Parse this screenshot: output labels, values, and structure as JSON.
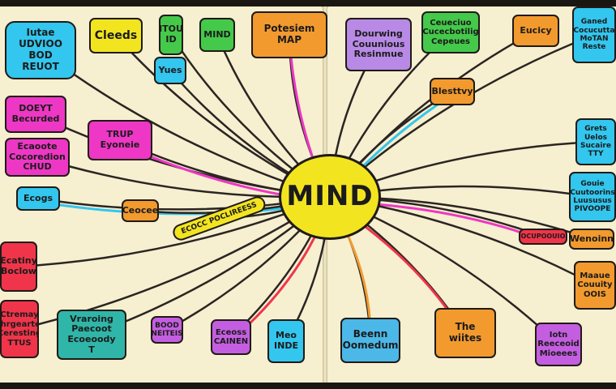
{
  "center": {
    "label": "MIND",
    "color": "#f2e520"
  },
  "colors": {
    "cyan": "#33c6ee",
    "yellow": "#f2e520",
    "green": "#44c94a",
    "orange": "#f29a2e",
    "purple": "#c45ee0",
    "magenta": "#ee37c4",
    "red": "#f0354a",
    "teal": "#2fb6a8",
    "blue": "#4bb8e8",
    "lavender": "#b88ae6",
    "line": "#2a2522"
  },
  "nodes": [
    {
      "id": "n1",
      "label": "Iutae\nUDVIOO BOD\nREUOT",
      "color": "#33c6ee"
    },
    {
      "id": "n2",
      "label": "Cleeds",
      "color": "#f2e520"
    },
    {
      "id": "n3",
      "label": "ITOU\nID",
      "color": "#44c94a"
    },
    {
      "id": "n4",
      "label": "Yues",
      "color": "#33c6ee"
    },
    {
      "id": "n5",
      "label": "MIND",
      "color": "#44c94a"
    },
    {
      "id": "n6",
      "label": "Potesiem\nMAP",
      "color": "#f29a2e"
    },
    {
      "id": "n7",
      "label": "DOEYT\nBecurded",
      "color": "#ee37c4"
    },
    {
      "id": "n8",
      "label": "TRUP\nEyoneie",
      "color": "#ee37c4"
    },
    {
      "id": "n9",
      "label": "Ecaoote\nCocoredion\nCHUD",
      "color": "#ee37c4"
    },
    {
      "id": "n10",
      "label": "Ecogs",
      "color": "#33c6ee"
    },
    {
      "id": "n11",
      "label": "Ceocee",
      "color": "#f29a2e"
    },
    {
      "id": "n12",
      "label": "ECOCC POCLIREESS",
      "color": "#f2e520"
    },
    {
      "id": "n13",
      "label": "Ecatiny\nBoclow",
      "color": "#f0354a"
    },
    {
      "id": "n14",
      "label": "Ctremay\nChrgearter\nCeresting\nTTUS",
      "color": "#f0354a"
    },
    {
      "id": "n15",
      "label": "Vraroing\nPaecoot\nEcoeoody\nT",
      "color": "#2fb6a8"
    },
    {
      "id": "n16",
      "label": "BOOD\nNEITEIS",
      "color": "#c45ee0"
    },
    {
      "id": "n17",
      "label": "Eceoss\nCAINEN",
      "color": "#c45ee0"
    },
    {
      "id": "n18",
      "label": "Meo\nINDE",
      "color": "#33c6ee"
    },
    {
      "id": "n19",
      "label": "Dourwing\nCouunious\nResinmue",
      "color": "#b88ae6"
    },
    {
      "id": "n20",
      "label": "Ceueciuo\nCucecbotilig\nCepeues",
      "color": "#44c94a"
    },
    {
      "id": "n21",
      "label": "Eucicy",
      "color": "#f29a2e"
    },
    {
      "id": "n22",
      "label": "Ganed\nCocucutta\nMoTAN\nReste",
      "color": "#33c6ee"
    },
    {
      "id": "n23",
      "label": "Blesttvy",
      "color": "#f29a2e"
    },
    {
      "id": "n24",
      "label": "Grets\nUelos\nSucaire\nTTY",
      "color": "#33c6ee"
    },
    {
      "id": "n25",
      "label": "Gouie\nCuutoorins\nLuususus\nPIVOOPE",
      "color": "#33c6ee"
    },
    {
      "id": "n26",
      "label": "EOCUPOOUIOF",
      "color": "#f0354a"
    },
    {
      "id": "n27",
      "label": "Wenoinn",
      "color": "#f29a2e"
    },
    {
      "id": "n28",
      "label": "Maaue\nCouuity\nOOIS",
      "color": "#f29a2e"
    },
    {
      "id": "n29",
      "label": "Beenn\nOomedum",
      "color": "#4bb8e8"
    },
    {
      "id": "n30",
      "label": "The\nwiites",
      "color": "#f29a2e"
    },
    {
      "id": "n31",
      "label": "Iotn\nReeceoid\nMioeees",
      "color": "#c45ee0"
    }
  ]
}
